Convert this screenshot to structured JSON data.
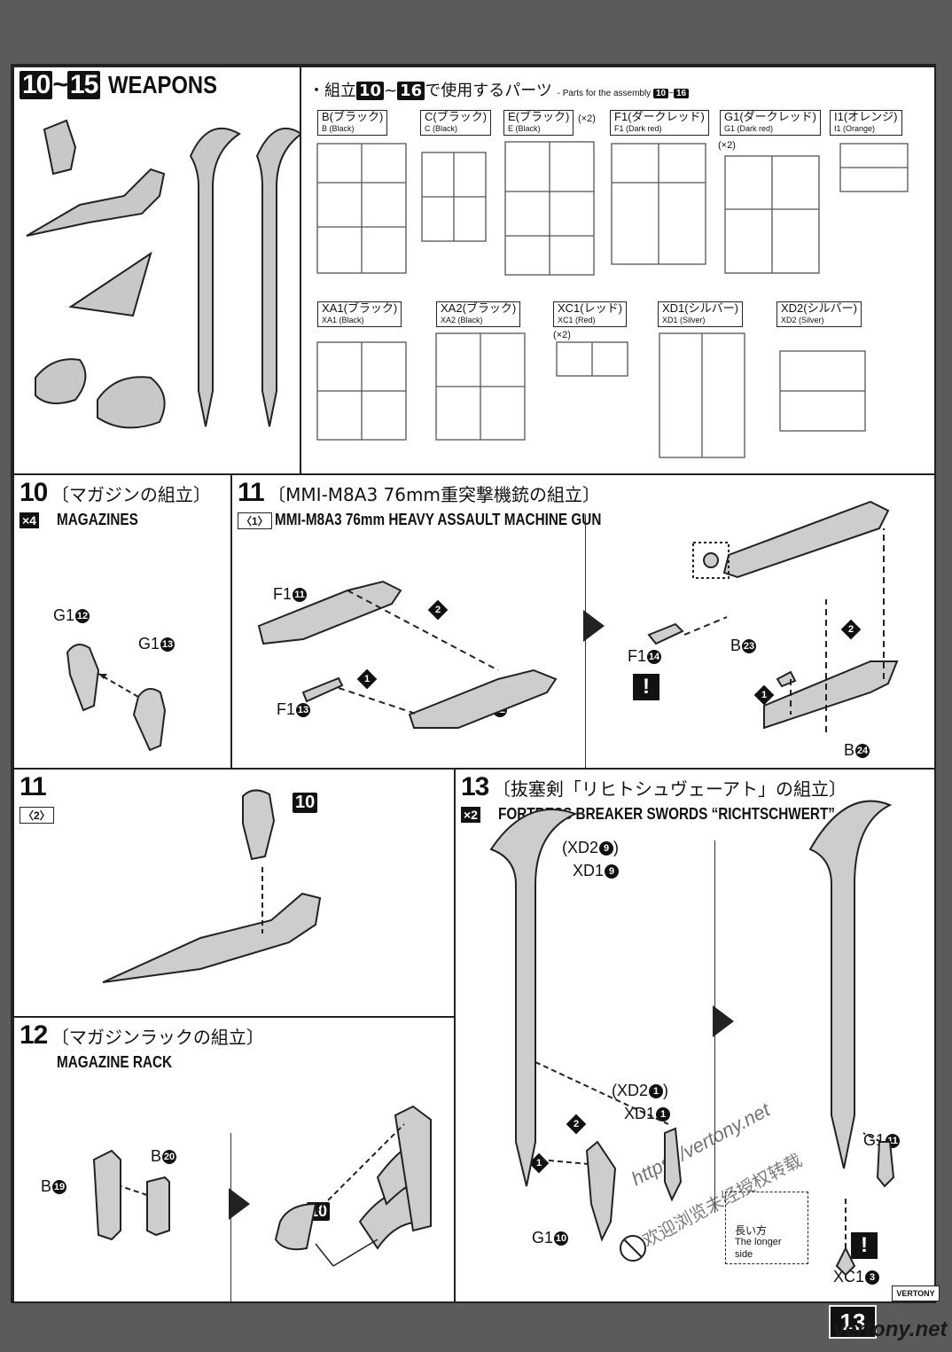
{
  "header": {
    "step_range_start": "10",
    "step_range_sep": "~",
    "step_range_end": "15",
    "title": "WEAPONS"
  },
  "parts": {
    "jp_prefix": "・組立",
    "jp_range_a": "10",
    "jp_sep": "~",
    "jp_range_b": "16",
    "jp_suffix": "で使用するパーツ",
    "en_note": "- Parts for the assembly",
    "en_range_a": "10",
    "en_sep": "~",
    "en_range_b": "16",
    "runners": [
      {
        "jp": "B(ブラック)",
        "en": "B (Black)",
        "mult": ""
      },
      {
        "jp": "C(ブラック)",
        "en": "C (Black)",
        "mult": ""
      },
      {
        "jp": "E(ブラック)",
        "en": "E (Black)",
        "mult": "(×2)"
      },
      {
        "jp": "F1(ダークレッド)",
        "en": "F1 (Dark red)",
        "mult": ""
      },
      {
        "jp": "G1(ダークレッド)",
        "en": "G1 (Dark red)",
        "mult": "(×2)"
      },
      {
        "jp": "I1(オレンジ)",
        "en": "I1 (Orange)",
        "mult": ""
      },
      {
        "jp": "XA1(ブラック)",
        "en": "XA1 (Black)",
        "mult": ""
      },
      {
        "jp": "XA2(ブラック)",
        "en": "XA2 (Black)",
        "mult": ""
      },
      {
        "jp": "XC1(レッド)",
        "en": "XC1 (Red)",
        "mult": "(×2)"
      },
      {
        "jp": "XD1(シルバー)",
        "en": "XD1 (Silver)",
        "mult": ""
      },
      {
        "jp": "XD2(シルバー)",
        "en": "XD2 (Silver)",
        "mult": ""
      }
    ]
  },
  "step10": {
    "num": "10",
    "jp": "〔マガジンの組立〕",
    "en": "MAGAZINES",
    "mult": "×4",
    "labels": {
      "a": "G1",
      "a_n": "12",
      "b": "G1",
      "b_n": "13"
    }
  },
  "step11a": {
    "num": "11",
    "sub": "〈1〉",
    "jp": "〔MMI-M8A3 76mm重突撃機銃の組立〕",
    "en": "MMI-M8A3 76mm HEAVY ASSAULT MACHINE GUN",
    "labels": {
      "f1_11": "F1",
      "n11": "11",
      "f1_13": "F1",
      "n13": "13",
      "f1_12": "F1",
      "n12": "12",
      "f1_14": "F1",
      "n14": "14",
      "b23": "B",
      "n23": "23",
      "b24": "B",
      "n24": "24",
      "d1": "1",
      "d2": "2",
      "d3": "1",
      "d4": "2",
      "warn": "!"
    }
  },
  "step11b": {
    "num": "11",
    "sub": "〈2〉",
    "ref": "10"
  },
  "step12": {
    "num": "12",
    "jp": "〔マガジンラックの組立〕",
    "en": "MAGAZINE RACK",
    "labels": {
      "b19": "B",
      "n19": "19",
      "b20": "B",
      "n20": "20",
      "ref": "10"
    }
  },
  "step13": {
    "num": "13",
    "jp": "〔抜塞剣「リヒトシュヴェーアト」の組立〕",
    "en": "FORTRESS BREAKER SWORDS “RICHTSCHWERT”",
    "mult": "×2",
    "labels": {
      "xd2_9": "(XD2",
      "n9a": "9",
      "close_a": ")",
      "xd1_9": "XD1",
      "n9b": "9",
      "xd2_1": "(XD2",
      "n1a": "1",
      "close_b": ")",
      "xd1_1": "XD1",
      "n1b": "1",
      "g1_10": "G1",
      "n10": "10",
      "g1_11": "G1",
      "n11": "11",
      "xc1_3": "XC1",
      "n3": "3",
      "longer_jp": "長い方",
      "longer_en1": "The longer",
      "longer_en2": "side",
      "d1": "1",
      "d2": "2",
      "warn": "!",
      "watermark1": "https://vertony.net",
      "watermark2": "欢迎浏览未经授权转载"
    }
  },
  "footer": {
    "page": "13",
    "badge": "VERTONY",
    "site": "vertony.net"
  }
}
